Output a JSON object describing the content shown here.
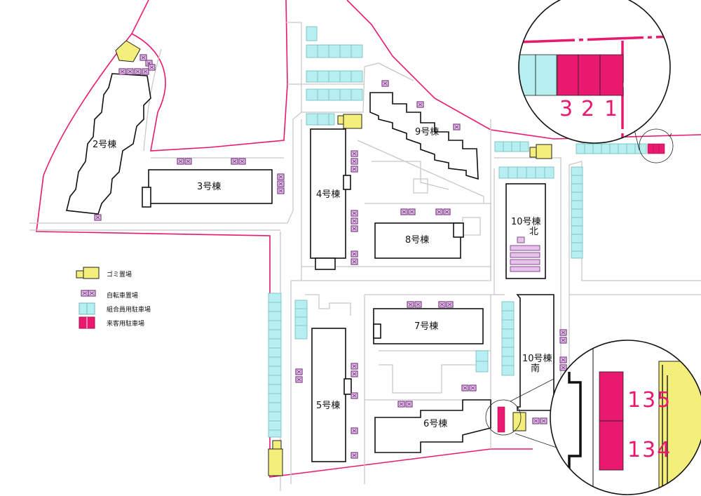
{
  "buildings": {
    "b2": "2号棟",
    "b3": "3号棟",
    "b4": "4号棟",
    "b5": "5号棟",
    "b6": "6号棟",
    "b7": "7号棟",
    "b8": "8号棟",
    "b9": "9号棟",
    "b10n_line1": "10号棟",
    "b10n_line2": "北",
    "b10s_line1": "10号棟",
    "b10s_line2": "南"
  },
  "legend": {
    "garbage": "ゴミ置場",
    "bicycle": "自転車置場",
    "member_parking": "組合員用駐車場",
    "visitor_parking": "来客用駐車場"
  },
  "zoom_top": {
    "labels": [
      "3",
      "2",
      "1"
    ]
  },
  "zoom_bottom": {
    "labels": [
      "135",
      "134"
    ]
  },
  "colors": {
    "boundary": "#e8196f",
    "visitor": "#e8196f",
    "member": "#b7eef0",
    "garbage": "#f4ef7a",
    "bicycle_fill": "#e7c2ea",
    "bicycle_border": "#7a3f86",
    "road": "#c8c8c8",
    "building": "#ffffff"
  }
}
